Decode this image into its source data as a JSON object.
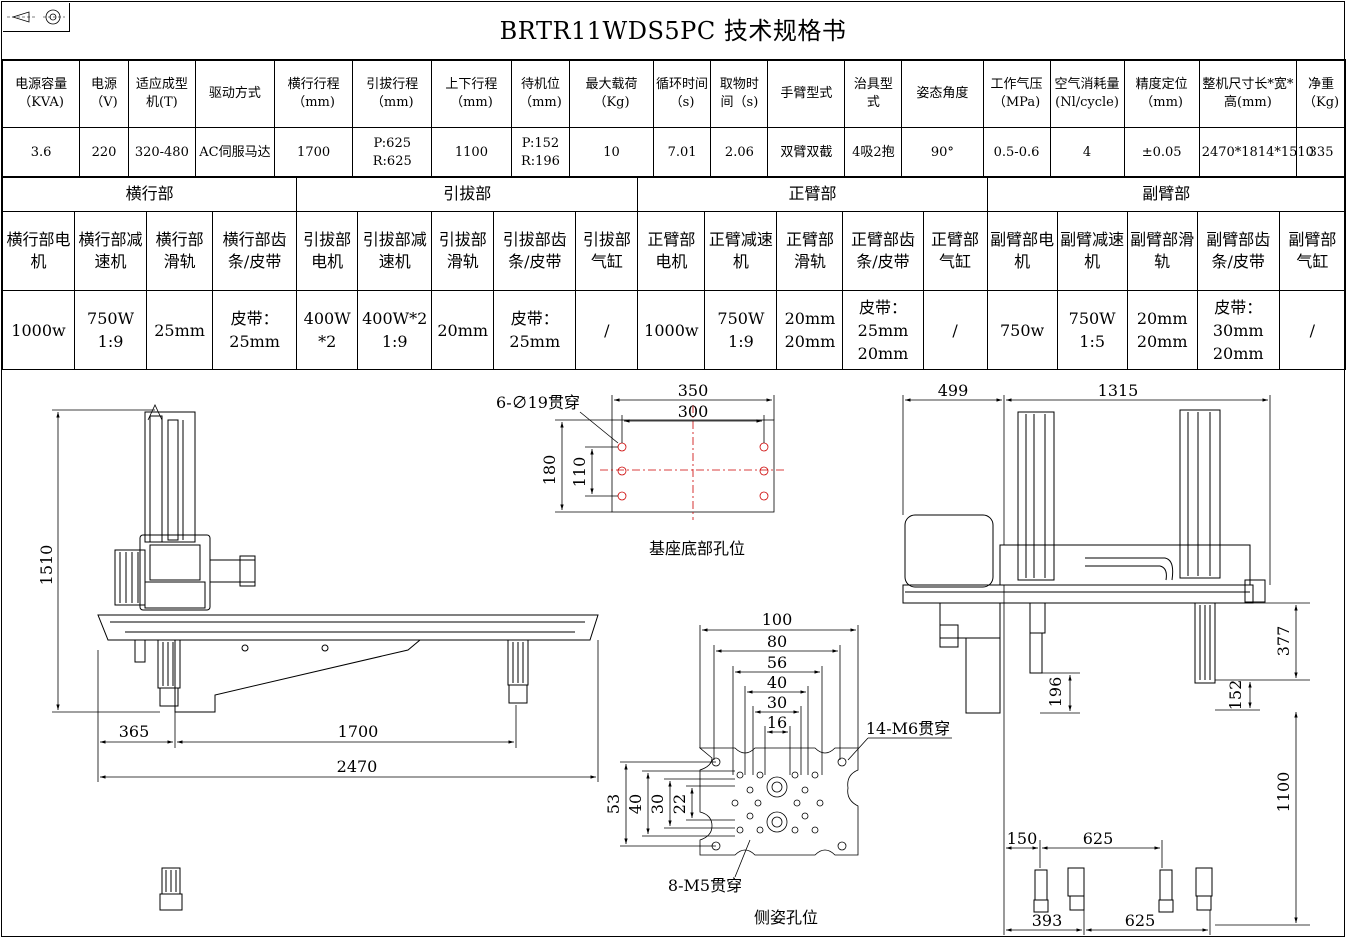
{
  "title": "BRTR11WDS5PC 技术规格书",
  "spec_header": [
    "电源容量（KVA)",
    "电源（V)",
    "适应成型机(T)",
    "驱动方式",
    "横行行程（mm)",
    "引拔行程（mm)",
    "上下行程（mm)",
    "待机位（mm)",
    "最大载荷（Kg)",
    "循环时间（s)",
    "取物时间（s)",
    "手臂型式",
    "治具型式",
    "姿态角度",
    "工作气压（MPa)",
    "空气消耗量(Nl/cycle)",
    "精度定位（mm)",
    "整机尺寸长*宽*高(mm)",
    "净重（Kg)"
  ],
  "spec_values": [
    "3.6",
    "220",
    "320-480",
    "AC伺服马达",
    "1700",
    "P:625 R:625",
    "1100",
    "P:152 R:196",
    "10",
    "7.01",
    "2.06",
    "双臂双截",
    "4吸2抱",
    "90°",
    "0.5-0.6",
    "4",
    "±0.05",
    "2470*1814*1510",
    "335"
  ],
  "sections": [
    "横行部",
    "引拔部",
    "正臂部",
    "副臂部"
  ],
  "part_header": [
    "横行部电机",
    "横行部减速机",
    "横行部滑轨",
    "横行部齿条/皮带",
    "引拔部电机",
    "引拔部减速机",
    "引拔部滑轨",
    "引拔部齿条/皮带",
    "引拔部气缸",
    "正臂部电机",
    "正臂减速机",
    "正臂部滑轨",
    "正臂部齿条/皮带",
    "正臂部气缸",
    "副臂部电机",
    "副臂减速机",
    "副臂部滑轨",
    "副臂部齿条/皮带",
    "副臂部气缸"
  ],
  "part_values": [
    "1000w",
    "750W 1:9",
    "25mm",
    "皮带：25mm",
    "400W *2",
    "400W*2 1:9",
    "20mm",
    "皮带：25mm",
    "/",
    "1000w",
    "750W 1:9",
    "20mm 20mm",
    "皮带：25mm 20mm",
    "/",
    "750w",
    "750W 1:5",
    "20mm 20mm",
    "皮带：30mm 20mm",
    "/"
  ],
  "front_view": {
    "height": "1510",
    "offset": "365",
    "stroke": "1700",
    "length": "2470"
  },
  "base_holes": {
    "label": "6-∅19贯穿",
    "w_outer": "350",
    "w_inner": "300",
    "h_outer": "180",
    "h_inner": "110",
    "caption": "基座底部孔位"
  },
  "side_holes": {
    "dims_top": [
      "100",
      "80",
      "56",
      "40",
      "30",
      "16"
    ],
    "dims_left": [
      "53",
      "40",
      "30",
      "22"
    ],
    "label_m6": "14-M6贯穿",
    "label_m5": "8-M5贯穿",
    "caption": "侧姿孔位"
  },
  "side_view": {
    "w_left": "499",
    "w_right": "1315",
    "d_377": "377",
    "d_196": "196",
    "d_152": "152",
    "d_1100": "1100",
    "d_150": "150",
    "d_625a": "625",
    "d_393": "393",
    "d_625b": "625"
  }
}
